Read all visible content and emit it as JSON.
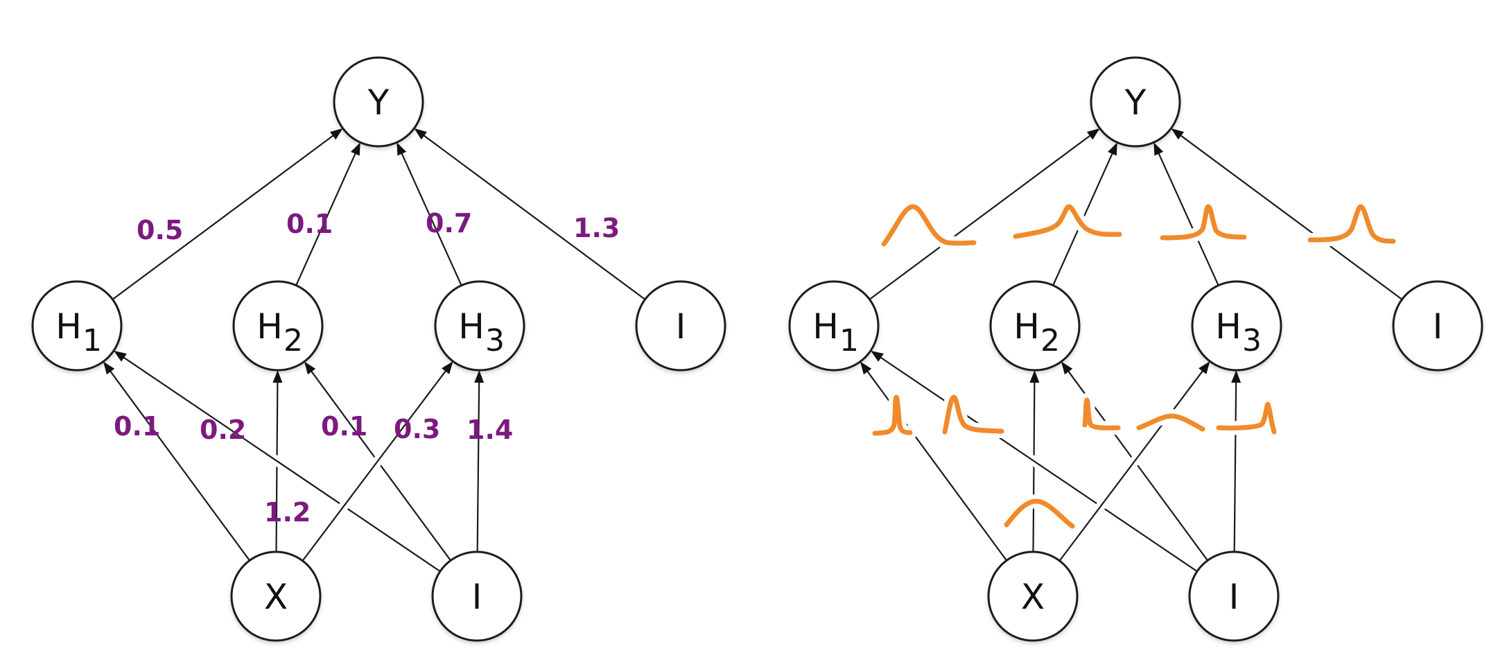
{
  "figure": {
    "panels": [
      {
        "id": "point-estimate",
        "description": "Neural network with point-estimate weights",
        "edge_annotation": "weight-values"
      },
      {
        "id": "bayesian",
        "description": "Neural network with distributions over weights",
        "edge_annotation": "weight-distributions"
      }
    ],
    "colors": {
      "weight_label": "#7b1a7f",
      "distribution_curve": "#f08a2c",
      "edge": "#1a1a1a",
      "node_fill": "#ffffff"
    }
  },
  "nodes": {
    "Y": {
      "label": "Y",
      "sub": ""
    },
    "H1": {
      "label": "H",
      "sub": "1"
    },
    "H2": {
      "label": "H",
      "sub": "2"
    },
    "H3": {
      "label": "H",
      "sub": "3"
    },
    "B1": {
      "label": "I",
      "sub": ""
    },
    "X": {
      "label": "X",
      "sub": ""
    },
    "B0": {
      "label": "I",
      "sub": ""
    }
  },
  "edges": [
    {
      "from": "H1",
      "to": "Y",
      "weight": "0.5",
      "distribution": "peaked-left"
    },
    {
      "from": "H2",
      "to": "Y",
      "weight": "0.1",
      "distribution": "centered"
    },
    {
      "from": "H3",
      "to": "Y",
      "weight": "0.7",
      "distribution": "narrow-centered"
    },
    {
      "from": "B1",
      "to": "Y",
      "weight": "1.3",
      "distribution": "narrow-right"
    },
    {
      "from": "X",
      "to": "H1",
      "weight": "0.1",
      "distribution": "very-narrow"
    },
    {
      "from": "B0",
      "to": "H1",
      "weight": "0.2",
      "distribution": "skewed-left-peak"
    },
    {
      "from": "X",
      "to": "H2",
      "weight": "1.2",
      "distribution": "broad"
    },
    {
      "from": "B0",
      "to": "H2",
      "weight": "0.1",
      "distribution": "left-edge-spike"
    },
    {
      "from": "X",
      "to": "H3",
      "weight": "0.3",
      "distribution": "broad-flat"
    },
    {
      "from": "B0",
      "to": "H3",
      "weight": "1.4",
      "distribution": "right-edge-spike"
    }
  ]
}
